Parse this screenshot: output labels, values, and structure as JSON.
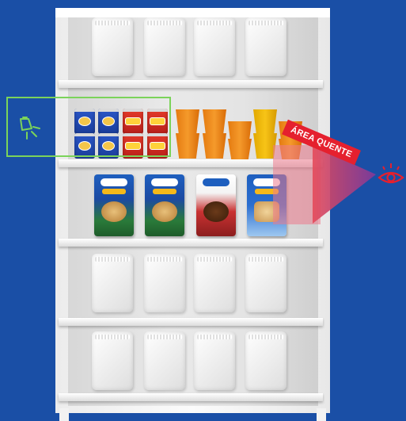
{
  "hot_zone": {
    "label": "ÁREA QUENTE",
    "color": "#e5202e",
    "overlay_color": "#ec7a8c"
  },
  "highlight": {
    "color": "#7bd35a",
    "icon": "lamp-icon"
  },
  "viewer": {
    "icon": "eye-icon",
    "cone_start_color": "#e64a5a",
    "cone_end_color": "#7d3a9a"
  },
  "shelves": {
    "count": 5,
    "background_color": "#1a4fa6"
  },
  "products": {
    "cans": [
      "blue",
      "blue",
      "red",
      "red"
    ],
    "cups": [
      "orange",
      "orange",
      "orange",
      "yellow"
    ],
    "packs": [
      "standard",
      "standard",
      "chocolate",
      "light"
    ]
  }
}
